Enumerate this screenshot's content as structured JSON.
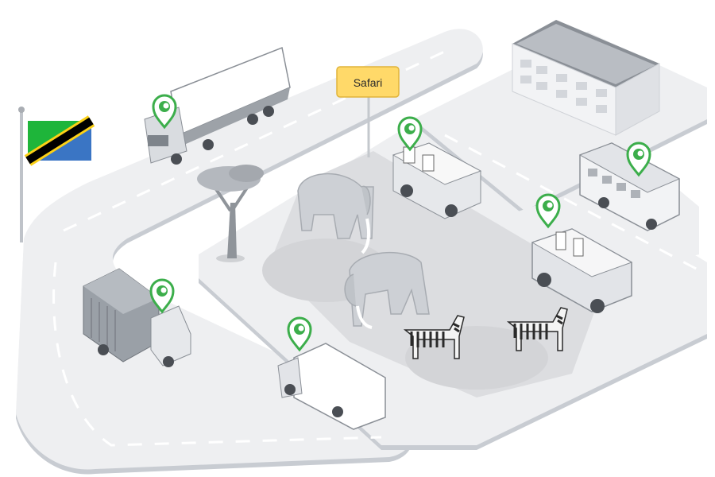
{
  "sign": {
    "label": "Safari"
  },
  "colors": {
    "road": "#eeeff1",
    "road_edge": "#c8ccd2",
    "lane": "#ffffff",
    "pin": "#3cae4b",
    "sign_bg": "#ffd969",
    "sign_border": "#e0b43a",
    "flag_green": "#1eb53a",
    "flag_blue": "#3a75c4",
    "flag_yellow": "#fcd116",
    "flag_black": "#000000"
  },
  "scene": {
    "icons": [
      "tanzania-flag",
      "truck",
      "container-truck",
      "box-truck",
      "safari-jeep",
      "bus",
      "office-building",
      "elephant",
      "zebra",
      "acacia-tree",
      "location-pin"
    ]
  }
}
